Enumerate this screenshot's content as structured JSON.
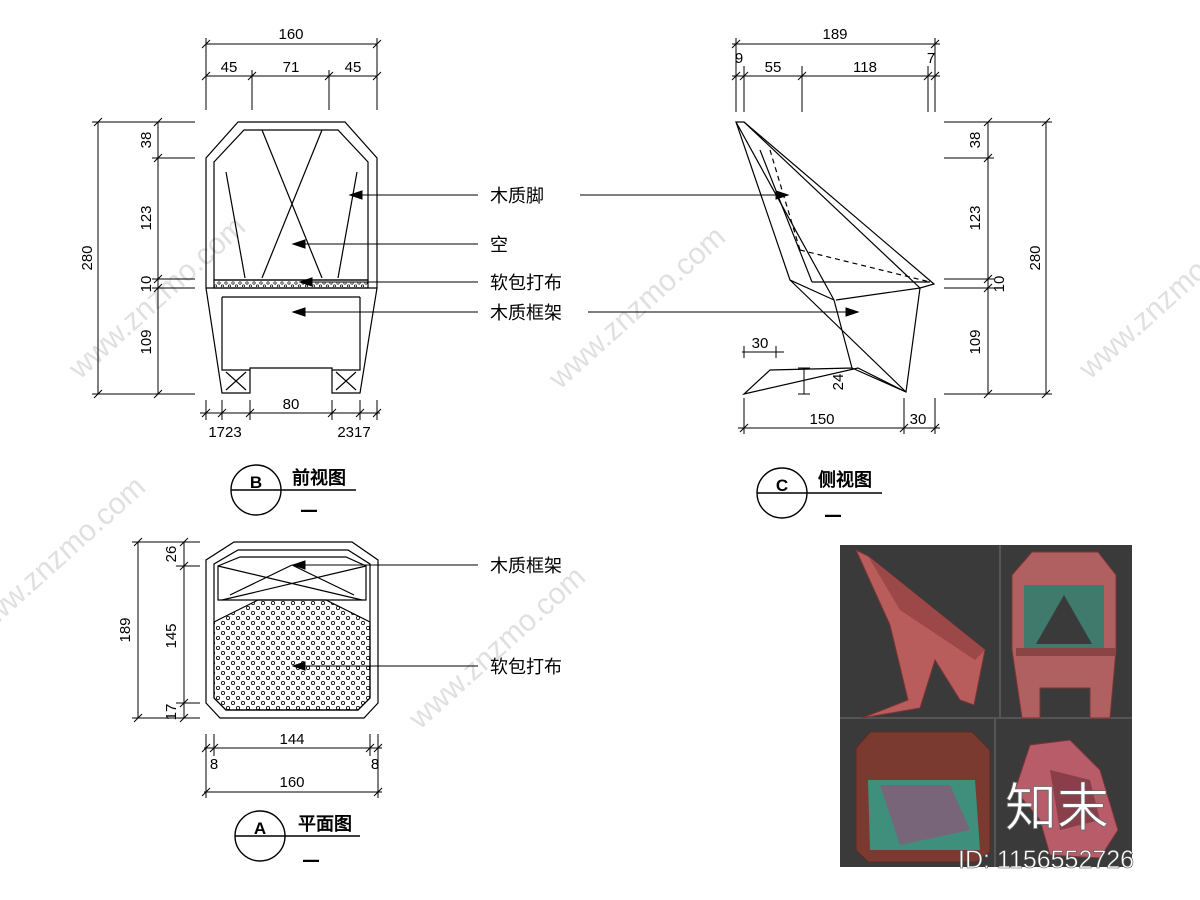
{
  "front_view": {
    "title": "前视图",
    "marker": "B",
    "scale_mark": "—",
    "dims_top": {
      "total": "160",
      "left": "45",
      "middle": "71",
      "right": "45"
    },
    "dims_left": {
      "total": "280",
      "top": "38",
      "upper": "123",
      "seat": "10",
      "lower": "109"
    },
    "dims_bottom": {
      "left_pair": "1723",
      "middle": "80",
      "right_pair": "2317"
    }
  },
  "side_view": {
    "title": "侧视图",
    "marker": "C",
    "scale_mark": "—",
    "dims_top": {
      "total": "189",
      "a": "9",
      "b": "55",
      "c": "118",
      "d": "7"
    },
    "dims_right": {
      "total": "280",
      "top": "38",
      "upper": "123",
      "seat": "10",
      "lower": "109"
    },
    "dims_bottom": {
      "base": "150",
      "toe": "30"
    },
    "dims_foot": {
      "width": "30",
      "height": "24"
    }
  },
  "plan_view": {
    "title": "平面图",
    "marker": "A",
    "scale_mark": "—",
    "dims_left": {
      "total": "189",
      "top": "26",
      "middle": "145",
      "bottom": "17"
    },
    "dims_bottom": {
      "inner": "144",
      "left": "8",
      "right": "8",
      "total": "160"
    }
  },
  "callouts": {
    "wood_leg": "木质脚",
    "hollow": "空",
    "upholstery": "软包打布",
    "wood_frame": "木质框架",
    "plan_wood_frame": "木质框架",
    "plan_upholstery": "软包打布"
  },
  "branding": {
    "watermark": "www.znzmo.com",
    "logo": "知末",
    "id_label": "ID: 1156552726"
  },
  "colors": {
    "render_bg": "#3a3a3a",
    "chair_red": "#b85c5c",
    "line": "#000000"
  }
}
